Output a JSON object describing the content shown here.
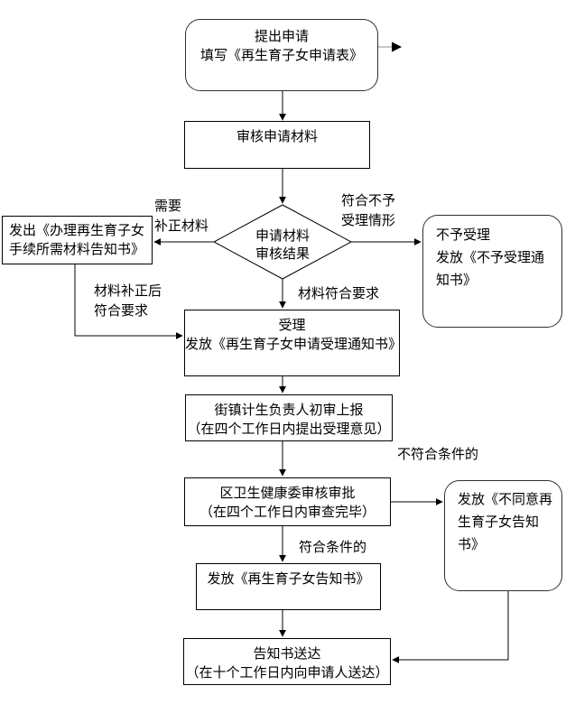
{
  "canvas": {
    "background": "#ffffff"
  },
  "colors": {
    "line": "#000000",
    "rect_border": "#000000",
    "rounded_border": "#2f2f2f",
    "text": "#000000",
    "gray_connector": "#b3b3b3",
    "node_fill": "#ffffff"
  },
  "nodes": {
    "start": {
      "type": "rounded-rect",
      "lines": [
        "提出申请",
        "填写《再生育子女申请表》"
      ]
    },
    "review": {
      "type": "rect",
      "lines": [
        "审核申请材料"
      ]
    },
    "decision": {
      "type": "diamond",
      "lines": [
        "申请材料",
        "审核结果"
      ]
    },
    "supplement_notice": {
      "type": "rect",
      "text": "发出《办理再生育子女手续所需材料告知书》"
    },
    "not_accept": {
      "type": "rounded-rect",
      "line1": "不予受理",
      "line2": "发放《不予受理通知书》"
    },
    "accept": {
      "type": "rect",
      "lines": [
        "受理",
        "发放《再生育子女申请受理通知书》"
      ]
    },
    "street_review": {
      "type": "rect",
      "lines": [
        "街镇计生负责人初审上报",
        "（在四个工作日内提出受理意见）"
      ]
    },
    "district_review": {
      "type": "rect",
      "lines": [
        "区卫生健康委审核审批",
        "（在四个工作日内审查完毕）"
      ]
    },
    "issue_notice": {
      "type": "rect",
      "lines": [
        "发放《再生育子女告知书》"
      ]
    },
    "deliver": {
      "type": "rect",
      "lines": [
        "告知书送达",
        "（在十个工作日内向申请人送达）"
      ]
    },
    "disagree_notice": {
      "type": "rounded-rect",
      "text": "发放《不同意再生育子女告知书》"
    }
  },
  "edge_labels": {
    "need_supplement": "需要\n补正材料",
    "matches_reject": "符合不予\n受理情形",
    "supplemented_ok": "材料补正后\n符合要求",
    "material_ok": "材料符合要求",
    "not_qualified": "不符合条件的",
    "qualified": "符合条件的"
  }
}
